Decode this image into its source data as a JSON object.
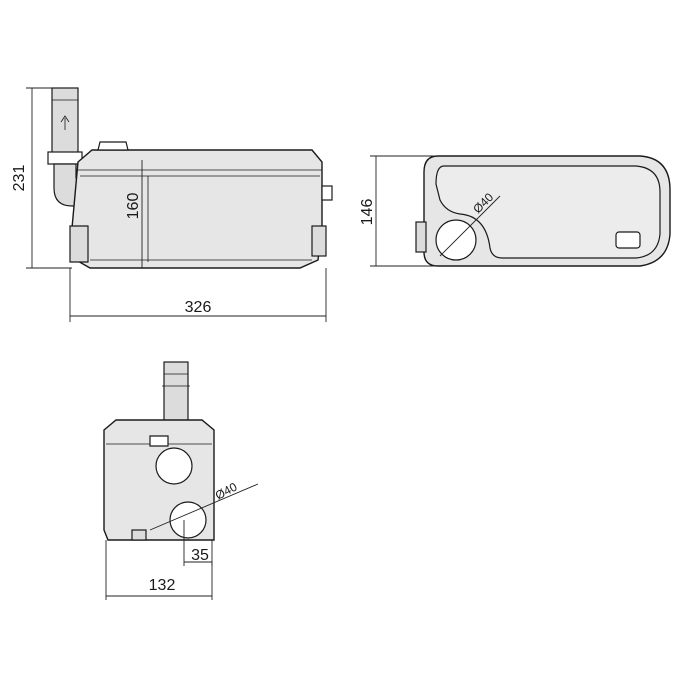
{
  "dimensions": {
    "front_height": "231",
    "front_inner_height": "160",
    "front_width": "326",
    "top_depth": "146",
    "top_diameter": "Ø40",
    "side_diameter": "Ø40",
    "side_offset": "35",
    "side_width": "132"
  }
}
